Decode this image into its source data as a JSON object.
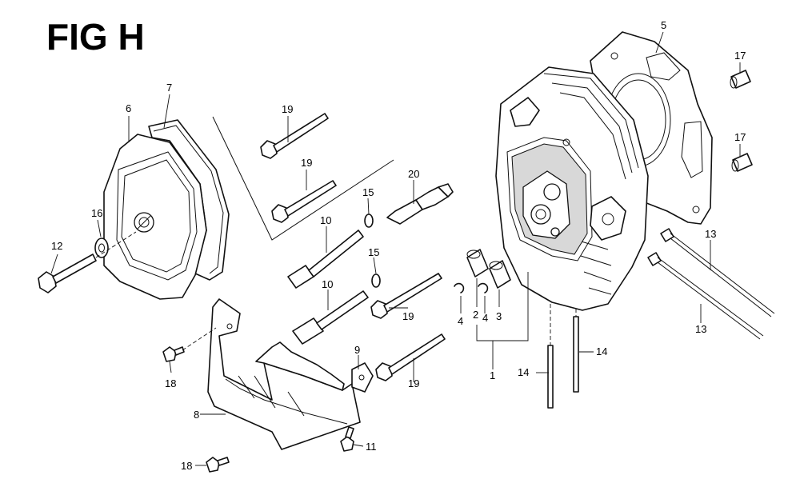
{
  "figure": {
    "title": "FIG H",
    "labels": {
      "n1": "1",
      "n2": "2",
      "n3": "3",
      "n4a": "4",
      "n4b": "4",
      "n5": "5",
      "n6": "6",
      "n7": "7",
      "n8": "8",
      "n9": "9",
      "n10a": "10",
      "n10b": "10",
      "n11": "11",
      "n12": "12",
      "n13a": "13",
      "n13b": "13",
      "n14a": "14",
      "n14b": "14",
      "n15a": "15",
      "n15b": "15",
      "n16": "16",
      "n17a": "17",
      "n17b": "17",
      "n18a": "18",
      "n18b": "18",
      "n19a": "19",
      "n19b": "19",
      "n19c": "19",
      "n19d": "19",
      "n20": "20"
    }
  }
}
